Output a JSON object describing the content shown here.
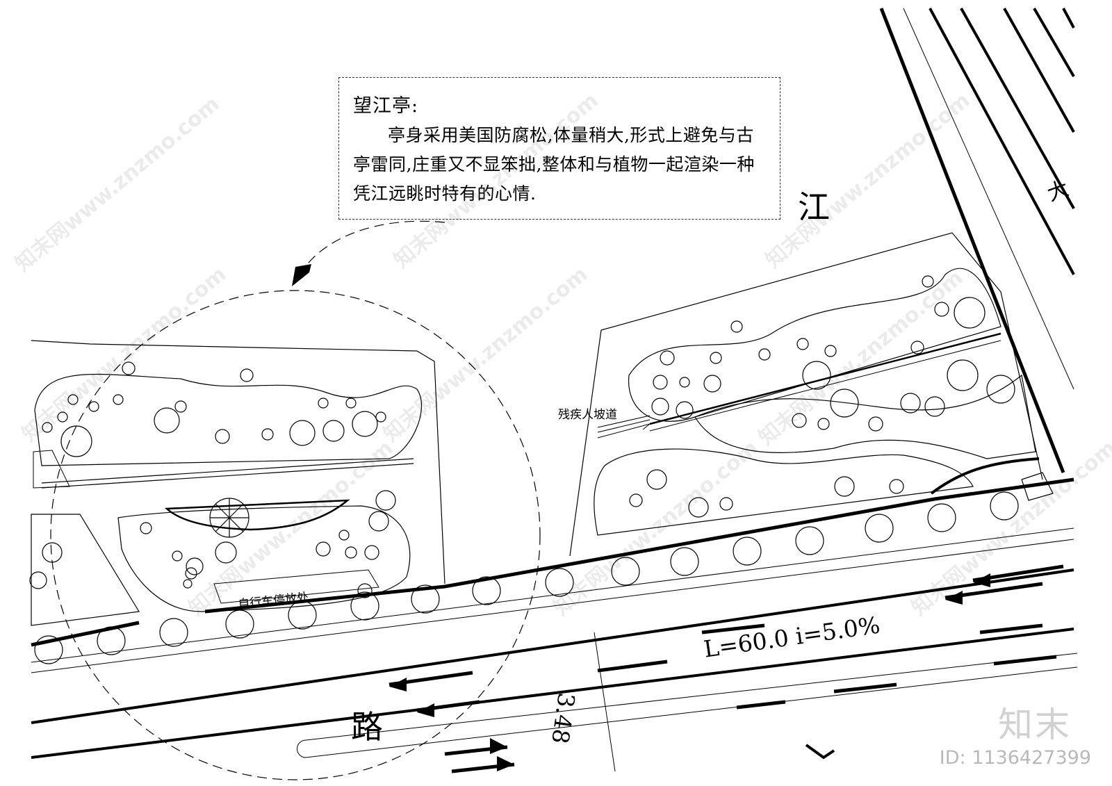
{
  "note": {
    "title": "望江亭:",
    "body": "亭身采用美国防腐松,体量稍大,形式上避免与古亭雷同,庄重又不显笨拙,整体和与植物一起渲染一种凭江远眺时特有的心情."
  },
  "labels": {
    "jiang": "江",
    "da": "大",
    "lu": "路",
    "ramp": "残疾人坡道",
    "bike_parking": "自行车停放处",
    "slope_spec": "L=60.0    i=5.0%",
    "elevation": "3.48"
  },
  "watermark": {
    "text": "知末网www.znzmo.com",
    "logo": "知末",
    "id": "ID: 1136427399"
  },
  "colors": {
    "line": "#000000",
    "wash": "#ffffff"
  }
}
